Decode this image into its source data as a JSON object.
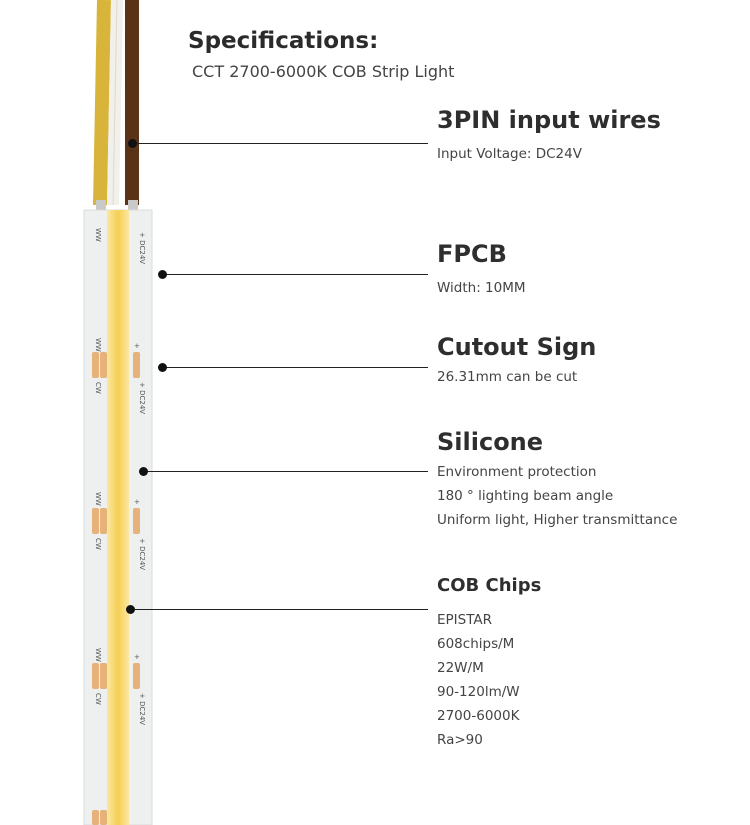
{
  "header": {
    "title": "Specifications:",
    "subtitle": "CCT 2700-6000K COB Strip Light"
  },
  "features": [
    {
      "title": "3PIN input wires",
      "lines": [
        "Input Voltage: DC24V"
      ]
    },
    {
      "title": "FPCB",
      "lines": [
        "Width: 10MM"
      ]
    },
    {
      "title": "Cutout Sign",
      "lines": [
        "26.31mm can be cut"
      ]
    },
    {
      "title": "Silicone",
      "lines": [
        "Environment protection",
        "180 ° lighting beam angle",
        "Uniform light, Higher transmittance"
      ]
    },
    {
      "title": "COB Chips",
      "lines": [
        "EPISTAR",
        "608chips/M",
        "22W/M",
        "90-120lm/W",
        "2700-6000K",
        "Ra>90"
      ]
    }
  ],
  "strip": {
    "pcb_label": "+ DC24V",
    "pad_label_top": "WW",
    "pad_label_bottom": "CW",
    "pad_plus": "+",
    "colors": {
      "wire_yellow": "#d8b43a",
      "wire_white": "#f2f0ea",
      "wire_brown": "#5a3216",
      "pcb": "#eef0f0",
      "cob": "#f7d56a",
      "pad": "#e7b27a"
    }
  }
}
